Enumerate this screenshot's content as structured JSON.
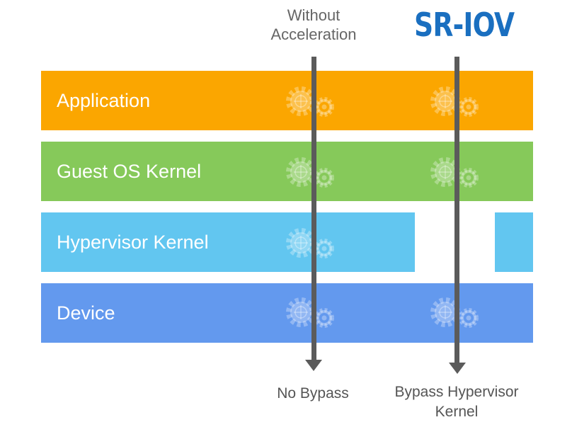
{
  "columns": {
    "without": {
      "title_line1": "Without",
      "title_line2": "Acceleration",
      "result": "No Bypass"
    },
    "sriov": {
      "title": "SR-IOV",
      "result_line1": "Bypass Hypervisor",
      "result_line2": "Kernel"
    }
  },
  "layers": [
    {
      "label": "Application",
      "color": "#FBA600"
    },
    {
      "label": "Guest OS Kernel",
      "color": "#86C95A"
    },
    {
      "label": "Hypervisor Kernel",
      "color": "#62C6F0"
    },
    {
      "label": "Device",
      "color": "#6399EE"
    }
  ],
  "colors": {
    "arrow": "#5b5b5b",
    "sriov": "#1a6fc0"
  }
}
